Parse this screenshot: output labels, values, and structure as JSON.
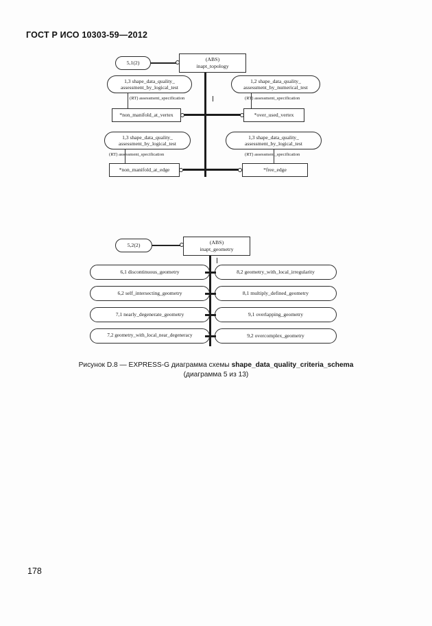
{
  "header": {
    "standard": "ГОСТ Р ИСО 10303-59—2012"
  },
  "page": {
    "number": "178"
  },
  "caption": {
    "line1_prefix": "Рисунок D.8 — EXPRESS-G диаграмма схемы ",
    "line1_bold": "shape_data_quality_criteria_schema",
    "line2": "(диаграмма 5 из 13)"
  },
  "diagram_topology": {
    "page_ref": "5,1(2)",
    "supertype": {
      "abs_marker": "(ABS)",
      "name": "inapt_topology"
    },
    "branches": [
      {
        "type_box": "1,3 shape_data_quality_\nassessment_by_logical_test",
        "role_label": "(RT) assessment_specification",
        "entity_box": "*non_manifold_at_vertex"
      },
      {
        "type_box": "1,2 shape_data_quality_\nassessment_by_numerical_test",
        "role_label": "(RT) assessment_specification",
        "entity_box": "*over_used_vertex"
      },
      {
        "type_box": "1,3 shape_data_quality_\nassessment_by_logical_test",
        "role_label": "(RT) assessment_specification",
        "entity_box": "*non_manifold_at_edge"
      },
      {
        "type_box": "1,3 shape_data_quality_\nassessment_by_logical_test",
        "role_label": "(RT) assessment_specification",
        "entity_box": "*free_edge"
      }
    ]
  },
  "diagram_geometry": {
    "page_ref": "5,2(2)",
    "supertype": {
      "abs_marker": "(ABS)",
      "name": "inapt_geometry"
    },
    "left_subtypes": [
      "6,1 discontinuous_geometry",
      "6,2 self_intersecting_geometry",
      "7,1 nearly_degenerate_geometry",
      "7,2 geometry_with_local_near_degeneracy"
    ],
    "right_subtypes": [
      "8,2 geometry_with_local_irregularity",
      "8,1 multiply_defined_geometry",
      "9,1 overlapping_geometry",
      "9,2 overcomplex_geometry"
    ]
  }
}
